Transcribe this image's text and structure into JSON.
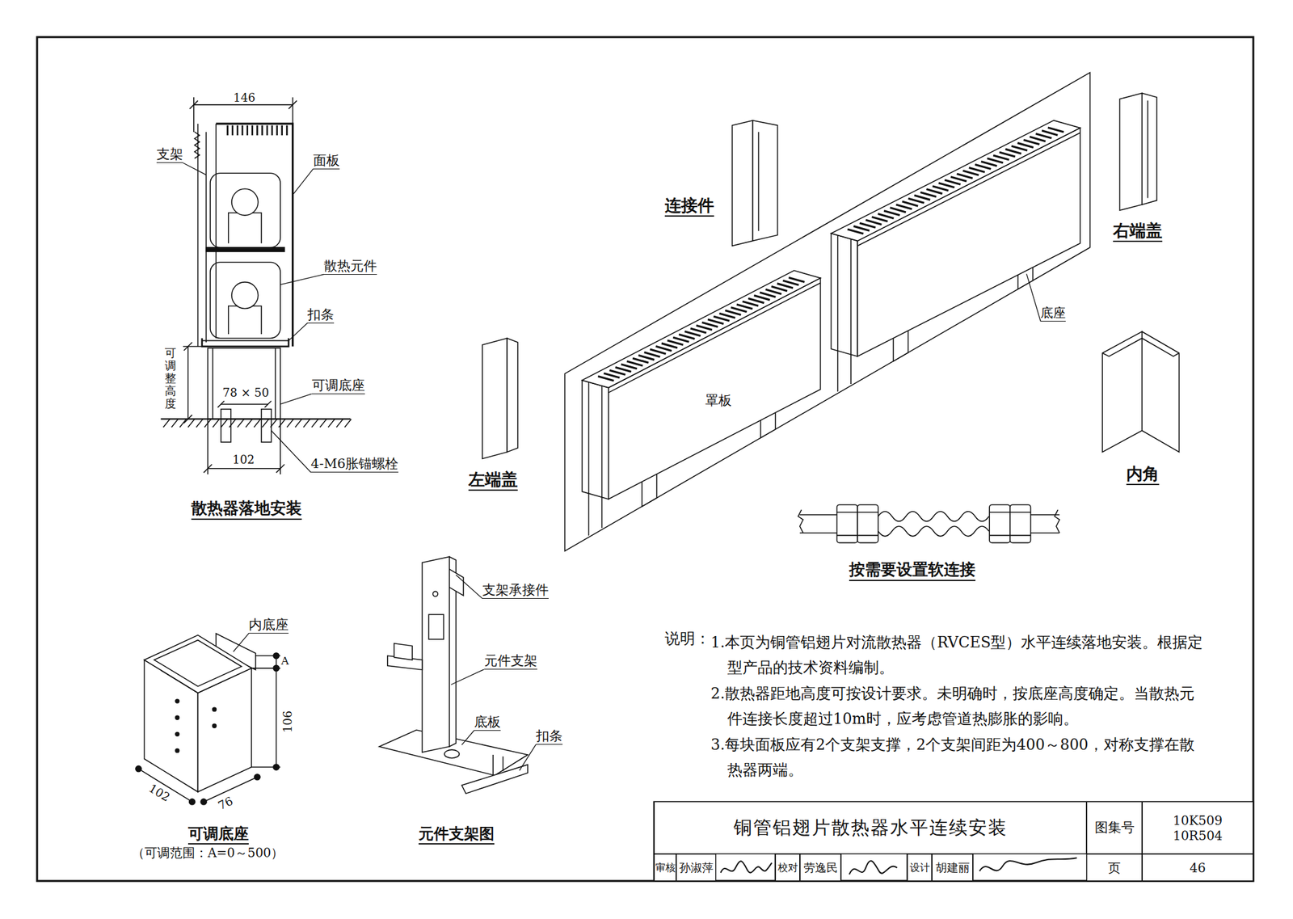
{
  "diagram": {
    "nodes": [
      {
        "text": [
          "铜管铝翅片散热器水平连续安装"
        ]
      },
      {
        "text": [
          "图集号"
        ]
      },
      {
        "text": [
          "10K509 10R504"
        ]
      },
      {
        "text": [
          "审核"
        ]
      },
      {
        "text": [
          "孙淑萍"
        ]
      },
      {
        "text": [
          "校对"
        ]
      },
      {
        "text": [
          "劳逸民"
        ]
      },
      {
        "text": [
          "设计"
        ]
      },
      {
        "text": [
          "胡建丽"
        ]
      },
      {
        "text": [
          "页"
        ]
      },
      {
        "text": [
          "46"
        ]
      }
    ],
    "labels": [
      "146",
      "支架",
      "面板",
      "散热元件",
      "扣条",
      "可调整高度",
      "78 × 50",
      "可调底座",
      "102",
      "4-M6胀锚螺栓",
      "散热器落地安装",
      "连接件",
      "右端盖",
      "底座",
      "罩板",
      "左端盖",
      "内角",
      "按需要设置软连接",
      "内底座",
      "A",
      "106",
      "102",
      "76",
      "可调底座",
      "（可调范围：A=0～500）",
      "支架承接件",
      "元件支架",
      "底板",
      "扣条",
      "元件支架图",
      "说明：",
      "1.本页为铜管铝翅片对流散热器（RVCES型）水平连续落地安装。根据定型产品的技术资料编制。",
      "2.散热器距地高度可按设计要求。未明确时，按底座高度确定。当散热元件连接长度超过10m时，应考虑管道热膨胀的影响。",
      "3.每块面板应有2个支架支撑，2个支架间距为400～800，对称支撑在散热器两端。"
    ]
  }
}
